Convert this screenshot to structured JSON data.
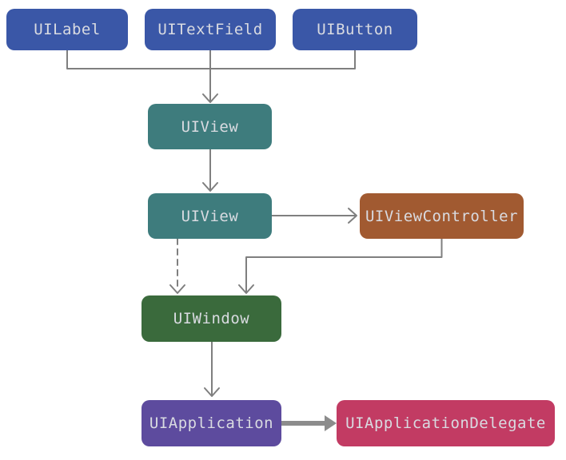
{
  "diagram": {
    "kind": "class-relationship-diagram",
    "colors": {
      "background": "#FFFFFF",
      "label_text": "#D9DBE1",
      "connector": "#7F7F7F",
      "thick_arrow": "#8C8C8C"
    },
    "nodes": {
      "uilabel": {
        "label": "UILabel",
        "color": "#3A57A7"
      },
      "uitextfield": {
        "label": "UITextField",
        "color": "#3A57A7"
      },
      "uibutton": {
        "label": "UIButton",
        "color": "#3A57A7"
      },
      "uiview_top": {
        "label": "UIView",
        "color": "#3E7C7D"
      },
      "uiview_root": {
        "label": "UIView",
        "color": "#3E7C7D"
      },
      "uiviewcontroller": {
        "label": "UIViewController",
        "color": "#A15A31"
      },
      "uiwindow": {
        "label": "UIWindow",
        "color": "#3A6A3C"
      },
      "uiapplication": {
        "label": "UIApplication",
        "color": "#5D4B9E"
      },
      "uiapplicationdelegate": {
        "label": "UIApplicationDelegate",
        "color": "#C23B63"
      }
    },
    "edges": [
      {
        "from": "UILabel",
        "to": "UIView (top)",
        "style": "solid-arrow-merged"
      },
      {
        "from": "UITextField",
        "to": "UIView (top)",
        "style": "solid-arrow-merged"
      },
      {
        "from": "UIButton",
        "to": "UIView (top)",
        "style": "solid-arrow-merged"
      },
      {
        "from": "UIView (top)",
        "to": "UIView (root)",
        "style": "solid-arrow"
      },
      {
        "from": "UIView (root)",
        "to": "UIViewController",
        "style": "solid-arrow"
      },
      {
        "from": "UIViewController",
        "to": "UIWindow",
        "style": "solid-arrow-elbow"
      },
      {
        "from": "UIView (root)",
        "to": "UIWindow",
        "style": "dashed-arrow"
      },
      {
        "from": "UIWindow",
        "to": "UIApplication",
        "style": "solid-arrow"
      },
      {
        "from": "UIApplication",
        "to": "UIApplicationDelegate",
        "style": "thick-solid-arrow"
      }
    ]
  }
}
